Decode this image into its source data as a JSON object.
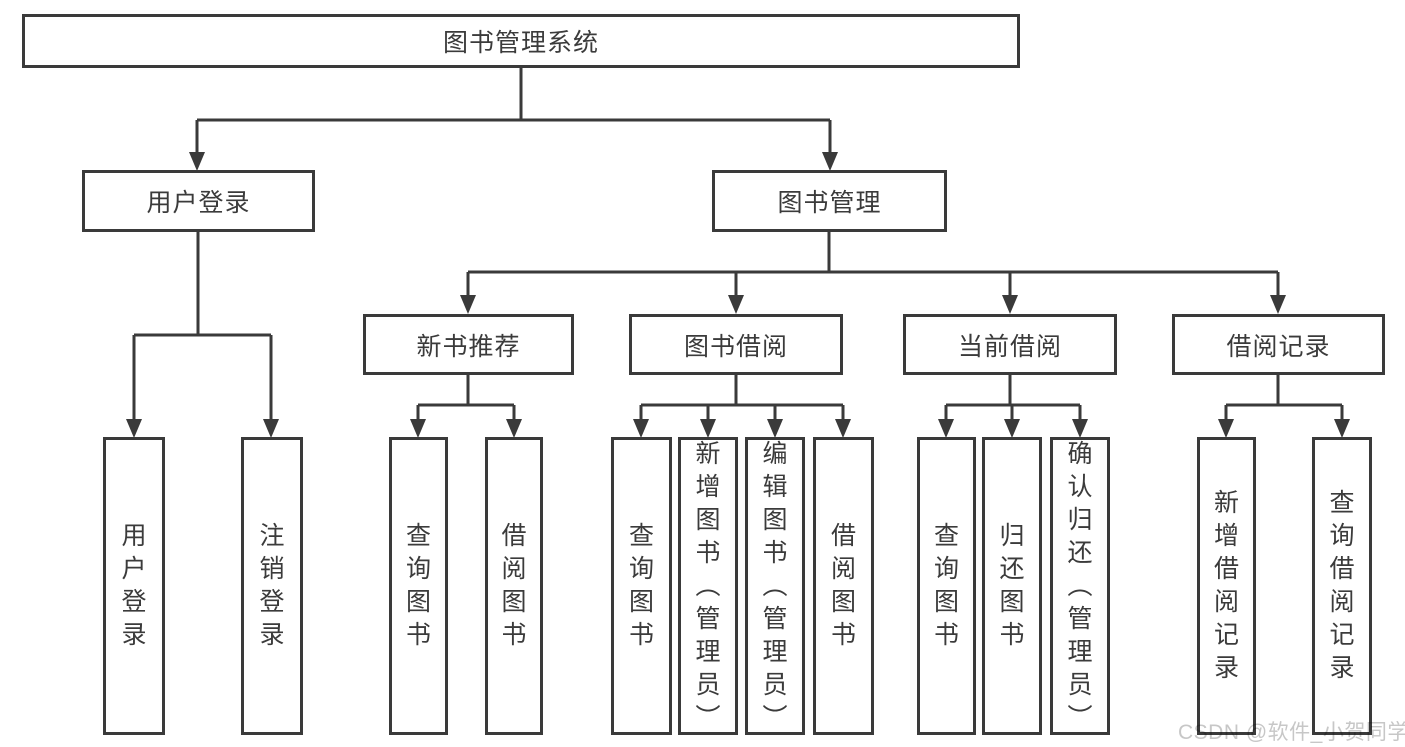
{
  "diagram": {
    "title": "图书管理系统",
    "tree": {
      "root": {
        "label": "图书管理系统",
        "children": [
          {
            "label": "用户登录",
            "children": [
              {
                "label": "用户登录"
              },
              {
                "label": "注销登录"
              }
            ]
          },
          {
            "label": "图书管理",
            "children": [
              {
                "label": "新书推荐",
                "children": [
                  {
                    "label": "查询图书"
                  },
                  {
                    "label": "借阅图书"
                  }
                ]
              },
              {
                "label": "图书借阅",
                "children": [
                  {
                    "label": "查询图书"
                  },
                  {
                    "label": "新增图书（管理员）"
                  },
                  {
                    "label": "编辑图书（管理员）"
                  },
                  {
                    "label": "借阅图书"
                  }
                ]
              },
              {
                "label": "当前借阅",
                "children": [
                  {
                    "label": "查询图书"
                  },
                  {
                    "label": "归还图书"
                  },
                  {
                    "label": "确认归还（管理员）"
                  }
                ]
              },
              {
                "label": "借阅记录",
                "children": [
                  {
                    "label": "新增借阅记录"
                  },
                  {
                    "label": "查询借阅记录"
                  }
                ]
              }
            ]
          }
        ]
      }
    },
    "colors": {
      "line": "#3a3a3a",
      "box_border": "#3a3a3a",
      "text": "#3b3b3b",
      "background": "#ffffff",
      "watermark": "#c7c7c7"
    }
  },
  "watermark": {
    "text": "CSDN @软件_小贺同学"
  }
}
